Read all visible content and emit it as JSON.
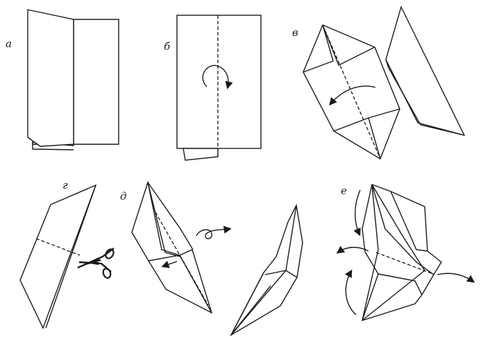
{
  "steps": [
    {
      "label": "а"
    },
    {
      "label": "б"
    },
    {
      "label": "в"
    },
    {
      "label": "г"
    },
    {
      "label": "д"
    },
    {
      "label": "е"
    }
  ],
  "icons": {
    "scissors": "scissors-icon"
  }
}
